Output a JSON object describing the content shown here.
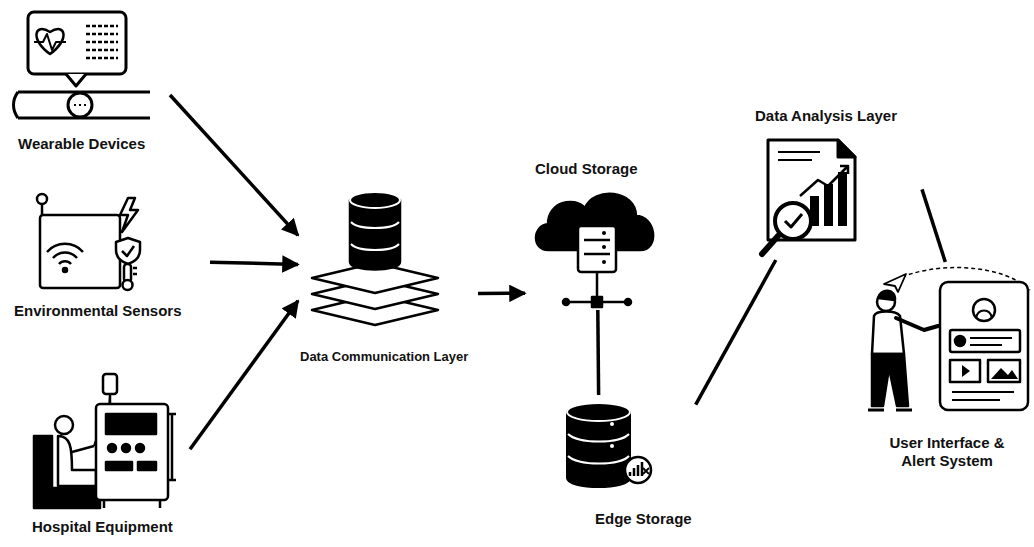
{
  "diagram": {
    "nodes": [
      {
        "text": [
          "Wearable Devices"
        ]
      },
      {
        "text": [
          "Environmental Sensors"
        ]
      },
      {
        "text": [
          "Hospital Equipment"
        ]
      },
      {
        "text": [
          "Data Communication Layer"
        ]
      },
      {
        "text": [
          "Cloud Storage"
        ]
      },
      {
        "text": [
          "Edge Storage"
        ]
      },
      {
        "text": [
          "Data Analysis Layer"
        ]
      },
      {
        "text": [
          "User Interface & Alert System"
        ]
      }
    ],
    "edges": [
      {
        "from": 0,
        "to": 3,
        "arrow": "to"
      },
      {
        "from": 1,
        "to": 3,
        "arrow": "to"
      },
      {
        "from": 2,
        "to": 3,
        "arrow": "to"
      },
      {
        "from": 3,
        "to": 4,
        "arrow": "to"
      },
      {
        "from": 4,
        "to": 5,
        "arrow": "none"
      },
      {
        "from": 5,
        "to": 6,
        "arrow": "none"
      },
      {
        "from": 6,
        "to": 7,
        "arrow": "none"
      }
    ]
  }
}
